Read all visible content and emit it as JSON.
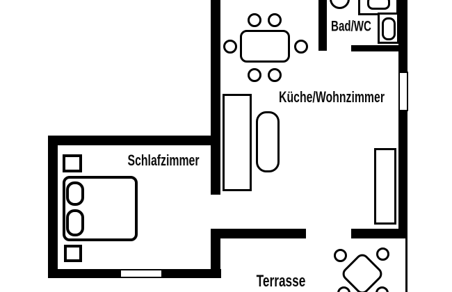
{
  "meta": {
    "kind": "apartment-floor-plan",
    "background_color": "#ffffff",
    "wall_color": "#000000",
    "text_color": "#0b0b0b"
  },
  "rooms": {
    "bad_wc": {
      "label": "Bad/WC"
    },
    "kueche_wohnzimmer": {
      "label": "Küche/Wohnzimmer"
    },
    "schlafzimmer": {
      "label": "Schlafzimmer"
    },
    "terrasse": {
      "label": "Terrasse"
    }
  },
  "fixtures": [
    "dining-table",
    "dining-chair",
    "kitchen-counter",
    "kitchen-island",
    "round-washbasin",
    "sink-unit",
    "toilet",
    "cabinet",
    "bed",
    "pillow",
    "nightstand",
    "window",
    "terrace-table",
    "terrace-chair"
  ]
}
